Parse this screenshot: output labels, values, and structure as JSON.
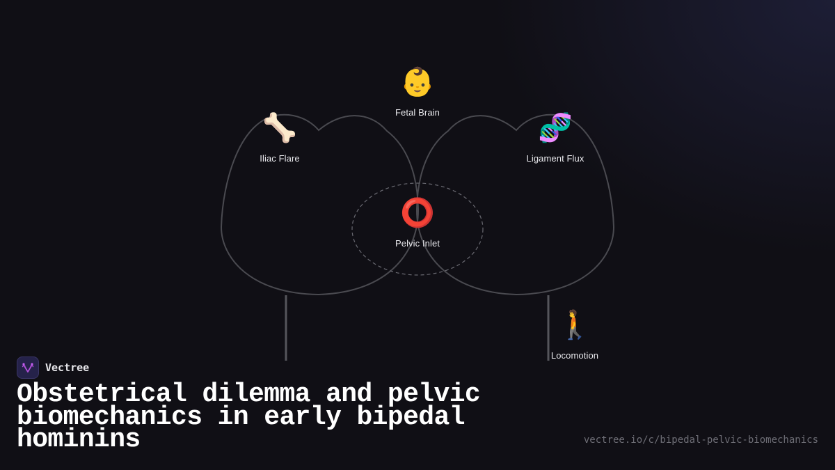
{
  "diagram": {
    "nodes": [
      {
        "id": "fetal-brain",
        "label": "Fetal Brain",
        "icon": "baby-face-icon",
        "glyph": "👶"
      },
      {
        "id": "iliac-flare",
        "label": "Iliac Flare",
        "icon": "bone-icon",
        "glyph": "🦴"
      },
      {
        "id": "ligament-flux",
        "label": "Ligament Flux",
        "icon": "dna-icon",
        "glyph": "🧬"
      },
      {
        "id": "pelvic-inlet",
        "label": "Pelvic Inlet",
        "icon": "hollow-red-circle-icon",
        "glyph": "⭕"
      },
      {
        "id": "locomotion",
        "label": "Locomotion",
        "icon": "person-walking-icon",
        "glyph": "🚶"
      }
    ],
    "colors": {
      "background": "#100f15",
      "outline_stroke": "#4a4a50",
      "dashed_stroke": "#6a6a72",
      "label_text": "#e8e8ec"
    }
  },
  "brand": {
    "name": "Vectree",
    "logo_icon": "vectree-logo-icon",
    "logo_color": "#b04fd8"
  },
  "title": "Obstetrical dilemma and pelvic biomechanics in early bipedal hominins",
  "url": "vectree.io/c/bipedal-pelvic-biomechanics"
}
